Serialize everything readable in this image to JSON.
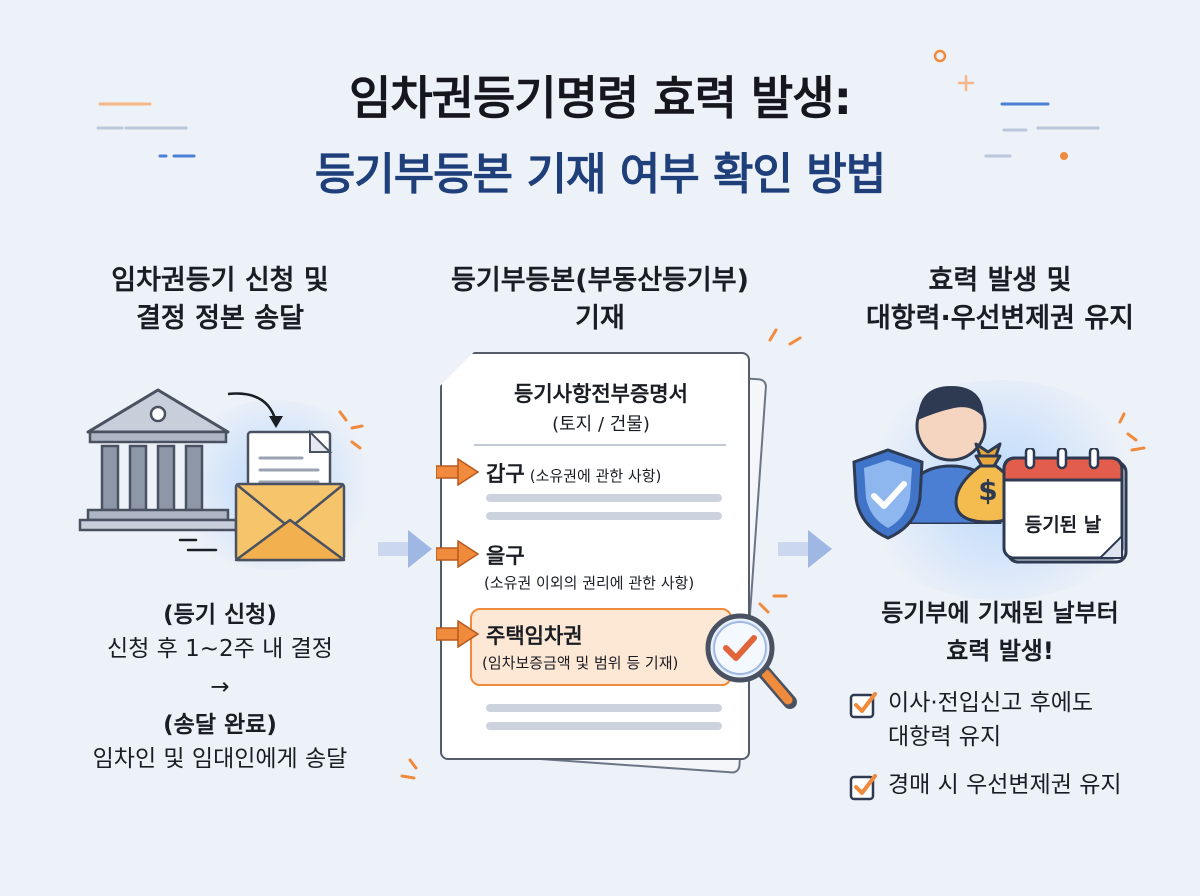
{
  "title": {
    "line1": "임차권등기명령 효력 발생:",
    "line2": "등기부등본 기재 여부 확인 방법"
  },
  "left": {
    "heading_line1": "임차권등기 신청 및",
    "heading_line2": "결정 정본 송달",
    "step1_label": "(등기 신청)",
    "step1_desc": "신청 후 1~2주 내 결정",
    "arrow": "→",
    "step2_label": "(송달 완료)",
    "step2_desc": "임차인 및 임대인에게 송달"
  },
  "middle": {
    "heading_line1": "등기부등본(부동산등기부)",
    "heading_line2": "기재",
    "doc_title": "등기사항전부증명서",
    "doc_subtitle": "(토지 / 건물)",
    "section1_title": "갑구",
    "section1_note": "(소유권에 관한 사항)",
    "section2_title": "을구",
    "section2_note": "(소유권 이외의 권리에 관한 사항)",
    "section3_title": "주택임차권",
    "section3_note": "(임차보증금액 및 범위 등 기재)"
  },
  "right": {
    "heading_line1": "효력 발생 및",
    "heading_line2": "대항력·우선변제권 유지",
    "calendar_label": "등기된 날",
    "money_symbol": "$",
    "summary_line1": "등기부에 기재된 날부터",
    "summary_line2": "효력 발생!",
    "check1_line1": "이사·전입신고 후에도",
    "check1_line2": "대항력 유지",
    "check2": "경매 시 우선변제권 유지"
  },
  "colors": {
    "navy": "#1f3f7a",
    "accent_orange": "#f08a3c",
    "accent_blue": "#4a7fd4",
    "arrow_light_blue": "#9fb7e3"
  }
}
